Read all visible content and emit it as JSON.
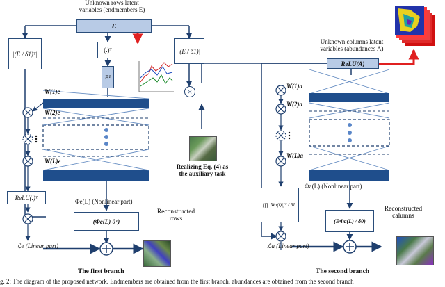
{
  "labels": {
    "unknown_rows": "Unknown rows latent",
    "variables_endmembers": "variables (endmembers E)",
    "unknown_columns": "Unknown columns latent",
    "variables_abundances": "variables (abundances A)",
    "E_box": "E",
    "transpose_box": "(.)ᵀ",
    "ET_box": "Eᵀ",
    "norm_left": "|(E / δ1)ᵀ|",
    "norm_mid": "|(E / δ1)|",
    "relu_A": "ReLU(A)",
    "We1": "W(1)e",
    "We2": "W(2)e",
    "WeL": "W(L)e",
    "Wa1": "W(1)a",
    "Wa2": "W(2)a",
    "WaL": "W(L)a",
    "relu_T": "ReLU(.)ᵀ",
    "phi_e": "Φe(L) (Nonlinear part)",
    "phi_e_box": "(Φe(L)  0ᵀ)",
    "recon_rows_1": "Reconstructed",
    "recon_rows_2": "rows",
    "linear_e": "ℒe (Linear part)",
    "first_branch": "The first branch",
    "realizing_1": "Realizing Eq. (4) as",
    "realizing_2": "the auxiliary task",
    "prod_box": "[∏ |Wa(i)|]ᵀ / δ1",
    "phi_a": "Φa(L) (Nonlinear part)",
    "phi_a_box": "(EΦa(L) / δ0)",
    "recon_cols_1": "Reconstructed",
    "recon_cols_2": "calumns",
    "linear_a": "ℒa (Linear part)",
    "second_branch": "The second branch",
    "caption": "g. 2: The diagram of the proposed network. Endmembers are obtained from the first branch, abundances are obtained from the second branch"
  },
  "colors": {
    "navy": "#1f4e8c",
    "light_blue": "#b8cbe6",
    "red_arrow": "#e02020"
  }
}
